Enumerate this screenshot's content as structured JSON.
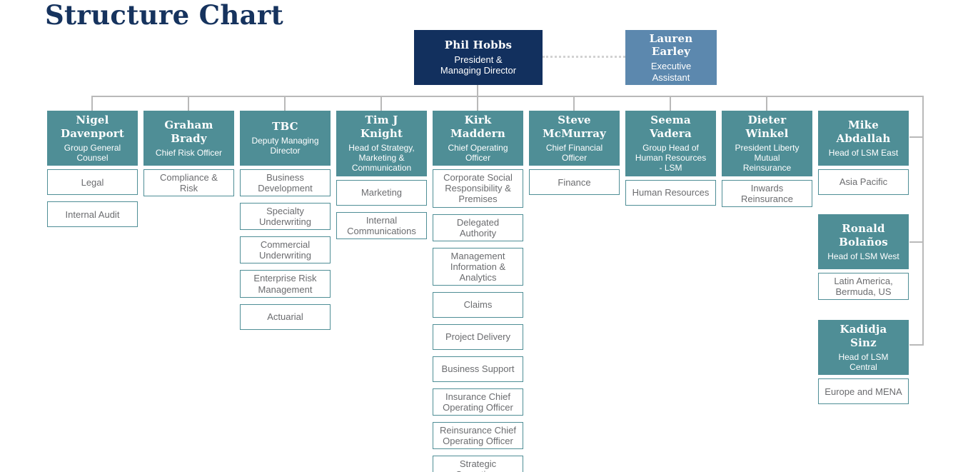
{
  "title": "Structure Chart",
  "colors": {
    "navy": "#12305e",
    "steel": "#5c88ae",
    "teal": "#4f8e96",
    "line": "#b9b9b9",
    "dotted": "#d2d2d2",
    "dept_text": "#6b6c6f",
    "title": "#16335e"
  },
  "top": {
    "ceo": {
      "name": "Phil Hobbs",
      "title": "President & Managing Director"
    },
    "assistant": {
      "name": "Lauren Earley",
      "title": "Executive Assistant"
    }
  },
  "columns": [
    {
      "name": "Nigel Davenport",
      "title": "Group General Counsel",
      "departments": [
        "Legal",
        "Internal Audit"
      ]
    },
    {
      "name": "Graham Brady",
      "title": "Chief Risk Officer",
      "departments": [
        "Compliance & Risk"
      ]
    },
    {
      "name": "TBC",
      "title": "Deputy Managing Director",
      "departments": [
        "Business Development",
        "Specialty Underwriting",
        "Commercial Underwriting",
        "Enterprise Risk Management",
        "Actuarial"
      ]
    },
    {
      "name": "Tim J Knight",
      "title": "Head of Strategy, Marketing & Communication",
      "departments": [
        "Marketing",
        "Internal Communications"
      ]
    },
    {
      "name": "Kirk Maddern",
      "title": "Chief Operating Officer",
      "departments": [
        "Corporate Social Responsibility & Premises",
        "Delegated Authority",
        "Management Information & Analytics",
        "Claims",
        "Project Delivery",
        "Business Support",
        "Insurance Chief Operating Officer",
        "Reinsurance Chief Operating Officer",
        "Strategic Operations"
      ]
    },
    {
      "name": "Steve McMurray",
      "title": "Chief Financial Officer",
      "departments": [
        "Finance"
      ]
    },
    {
      "name": "Seema Vadera",
      "title": "Group Head of Human Resources - LSM",
      "departments": [
        "Human Resources"
      ]
    },
    {
      "name": "Dieter Winkel",
      "title": "President Liberty Mutual Reinsurance",
      "departments": [
        "Inwards Reinsurance"
      ]
    },
    {
      "name": "Mike Abdallah",
      "title": "Head of LSM East",
      "departments": [
        "Asia Pacific"
      ]
    }
  ],
  "right_branch": [
    {
      "name": "Ronald Bolaños",
      "title": "Head of LSM West",
      "departments": [
        "Latin America, Bermuda, US"
      ]
    },
    {
      "name": "Kadidja Sinz",
      "title": "Head of LSM Central",
      "departments": [
        "Europe and MENA"
      ]
    }
  ]
}
